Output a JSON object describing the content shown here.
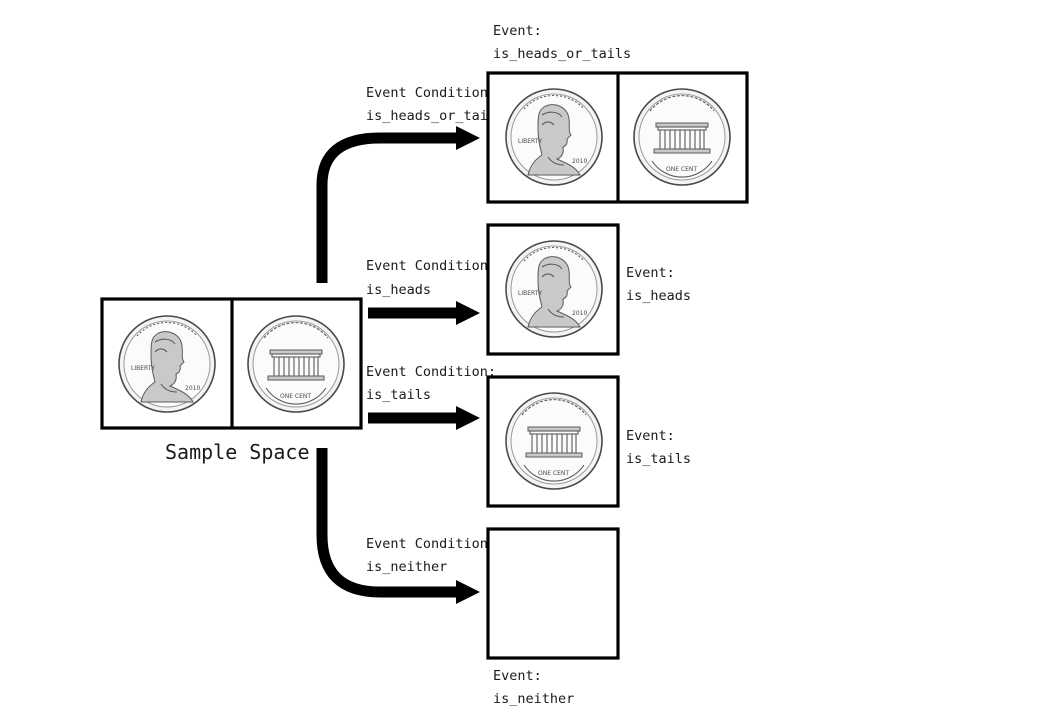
{
  "sample_space": {
    "label": "Sample Space",
    "outcomes": [
      "heads-icon",
      "tails-icon"
    ]
  },
  "branches": [
    {
      "condition_title": "Event Condition:",
      "condition_name": "is_heads_or_tails",
      "event_title": "Event:",
      "event_name": "is_heads_or_tails",
      "outcomes": [
        "heads-icon",
        "tails-icon"
      ]
    },
    {
      "condition_title": "Event Condition:",
      "condition_name": "is_heads",
      "event_title": "Event:",
      "event_name": "is_heads",
      "outcomes": [
        "heads-icon"
      ]
    },
    {
      "condition_title": "Event Condition:",
      "condition_name": "is_tails",
      "event_title": "Event:",
      "event_name": "is_tails",
      "outcomes": [
        "tails-icon"
      ]
    },
    {
      "condition_title": "Event Condition:",
      "condition_name": "is_neither",
      "event_title": "Event:",
      "event_name": "is_neither",
      "outcomes": []
    }
  ]
}
